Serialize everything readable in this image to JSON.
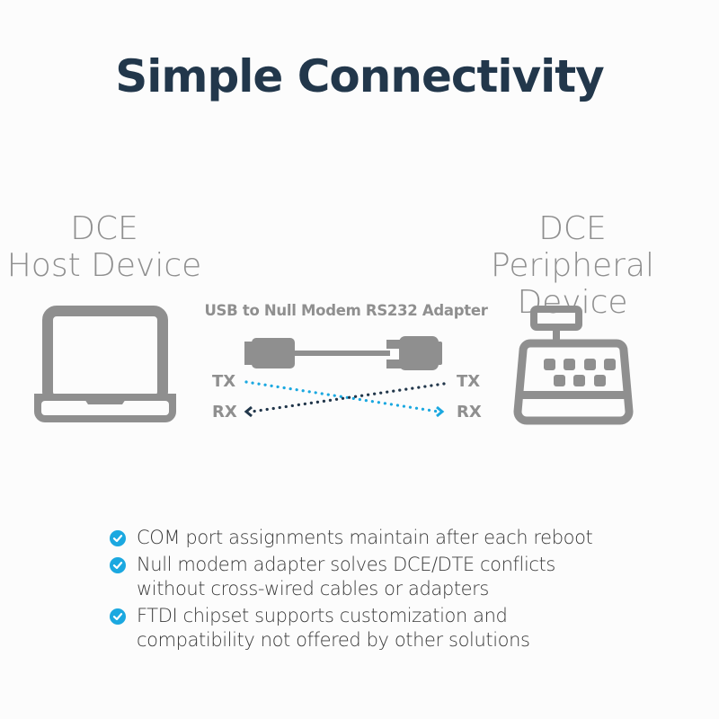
{
  "title": "Simple Connectivity",
  "host": {
    "line1": "DCE",
    "line2": "Host Device",
    "icon": "laptop-icon"
  },
  "peripheral": {
    "line1": "DCE",
    "line2": "Peripheral Device",
    "icon": "cash-register-icon"
  },
  "adapter": {
    "label": "USB to Null Modem RS232 Adapter",
    "icon": "cable-icon",
    "left_tx": "TX",
    "left_rx": "RX",
    "right_tx": "TX",
    "right_rx": "RX"
  },
  "features": [
    {
      "icon": "check-circle-icon",
      "lines": [
        "COM port assignments maintain after each reboot"
      ]
    },
    {
      "icon": "check-circle-icon",
      "lines": [
        "Null modem adapter solves DCE/DTE conflicts",
        "without cross-wired cables or adapters"
      ]
    },
    {
      "icon": "check-circle-icon",
      "lines": [
        "FTDI chipset supports customization and",
        "compatibility not offered by other solutions"
      ]
    }
  ],
  "colors": {
    "title": "#22374b",
    "gray": "#8f8f8f",
    "accent_blue": "#1ba8e0",
    "dark_navy": "#22374b"
  }
}
